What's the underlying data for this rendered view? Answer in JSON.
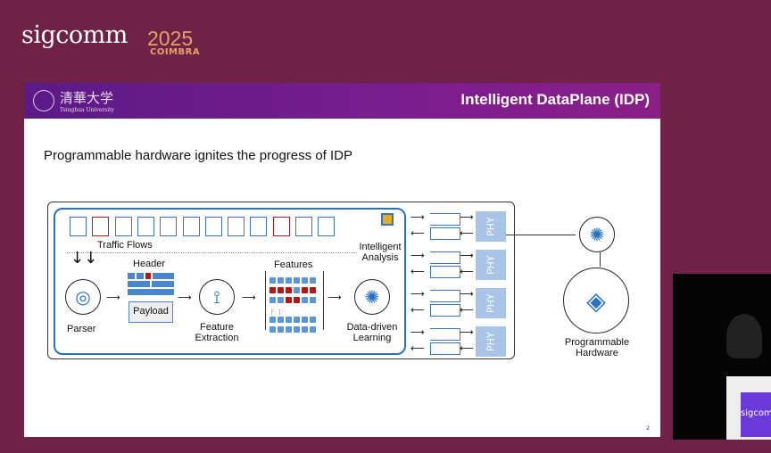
{
  "conference": {
    "name": "sigcomm",
    "year": "2025",
    "city": "COIMBRA"
  },
  "slide": {
    "university_cn": "清華大学",
    "university_en": "Tsinghua University",
    "title": "Intelligent DataPlane (IDP)",
    "subtitle": "Programmable hardware ignites the progress of IDP",
    "page_number": "2",
    "diagram": {
      "traffic_flows": "Traffic Flows",
      "intelligent_analysis": "Intelligent Analysis",
      "parser": "Parser",
      "header": "Header",
      "payload": "Payload",
      "feature_extraction": "Feature Extraction",
      "features": "Features",
      "data_driven_learning": "Data-driven Learning",
      "phy": "PHY",
      "programmable_hardware": "Programmable Hardware"
    }
  },
  "video": {
    "podium_text": "sigcomm"
  },
  "colors": {
    "background": "#6e2246",
    "accent_orange": "#e9a06a",
    "slide_bar": "#6a1c8a",
    "diagram_blue": "#2a72c0",
    "highlight_red": "#b01818"
  }
}
